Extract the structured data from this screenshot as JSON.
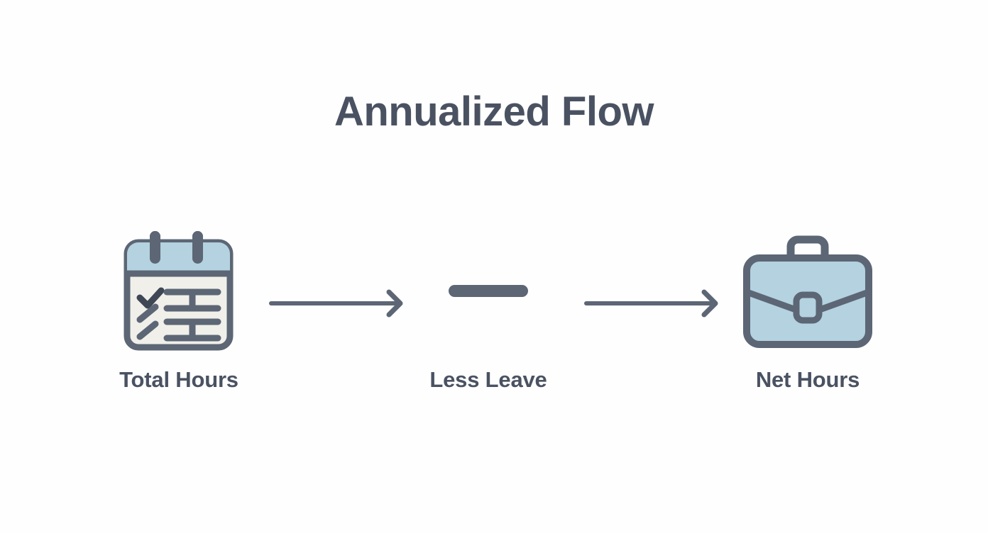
{
  "page": {
    "title": "Annualized Flow",
    "background_color": "#fefefe"
  },
  "colors": {
    "title_text": "#4a5262",
    "label_text": "#4a5262",
    "stroke_slate": "#5c6675",
    "fill_light_blue": "#b4d2e0",
    "fill_cream": "#f0efe9",
    "arrow_color": "#5c6675",
    "minus_color": "#5c6675"
  },
  "flow": {
    "steps": [
      {
        "id": "total-hours",
        "label": "Total Hours",
        "icon": "calendar-icon"
      },
      {
        "id": "less-leave",
        "label": "Less Leave",
        "icon": "minus-icon"
      },
      {
        "id": "net-hours",
        "label": "Net Hours",
        "icon": "briefcase-icon"
      }
    ],
    "connectors": [
      {
        "id": "arrow-1",
        "icon": "arrow-right-icon",
        "from": "total-hours",
        "to": "less-leave"
      },
      {
        "id": "arrow-2",
        "icon": "arrow-right-icon",
        "from": "less-leave",
        "to": "net-hours"
      }
    ]
  }
}
